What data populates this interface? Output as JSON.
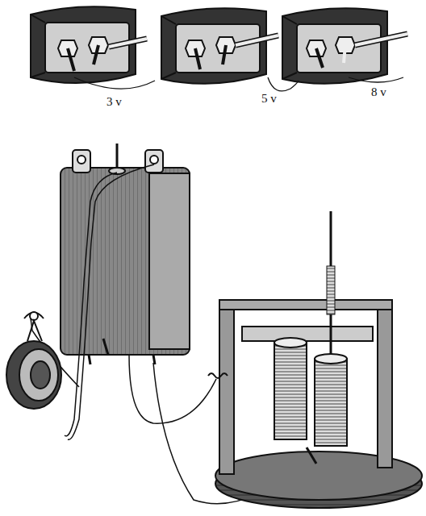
{
  "diagram": {
    "labels": [
      "3 v",
      "5 v",
      "8 v"
    ]
  }
}
